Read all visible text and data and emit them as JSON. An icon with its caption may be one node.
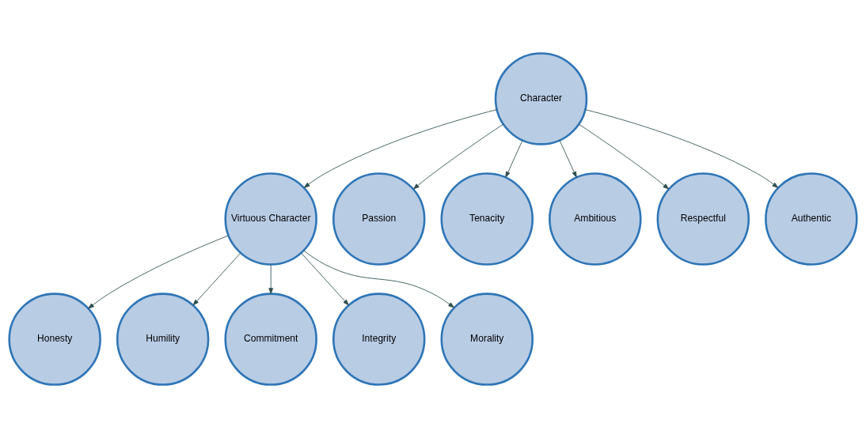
{
  "diagram": {
    "nodes": [
      {
        "text": [
          "Character"
        ]
      },
      {
        "text": [
          "Virtuous Character"
        ]
      },
      {
        "text": [
          "Passion"
        ]
      },
      {
        "text": [
          "Tenacity"
        ]
      },
      {
        "text": [
          "Ambitious"
        ]
      },
      {
        "text": [
          "Respectful"
        ]
      },
      {
        "text": [
          "Authentic"
        ]
      },
      {
        "text": [
          "Honesty"
        ]
      },
      {
        "text": [
          "Humility"
        ]
      },
      {
        "text": [
          "Commitment"
        ]
      },
      {
        "text": [
          "Integrity"
        ]
      },
      {
        "text": [
          "Morality"
        ]
      }
    ],
    "edges": [
      {
        "from": 0,
        "to": 1,
        "arrow": "to"
      },
      {
        "from": 0,
        "to": 2,
        "arrow": "to"
      },
      {
        "from": 0,
        "to": 3,
        "arrow": "to"
      },
      {
        "from": 0,
        "to": 4,
        "arrow": "to"
      },
      {
        "from": 0,
        "to": 5,
        "arrow": "to"
      },
      {
        "from": 0,
        "to": 6,
        "arrow": "to"
      },
      {
        "from": 1,
        "to": 7,
        "arrow": "to"
      },
      {
        "from": 1,
        "to": 8,
        "arrow": "to"
      },
      {
        "from": 1,
        "to": 9,
        "arrow": "to"
      },
      {
        "from": 1,
        "to": 10,
        "arrow": "to"
      },
      {
        "from": 1,
        "to": 11,
        "arrow": "to"
      }
    ]
  }
}
